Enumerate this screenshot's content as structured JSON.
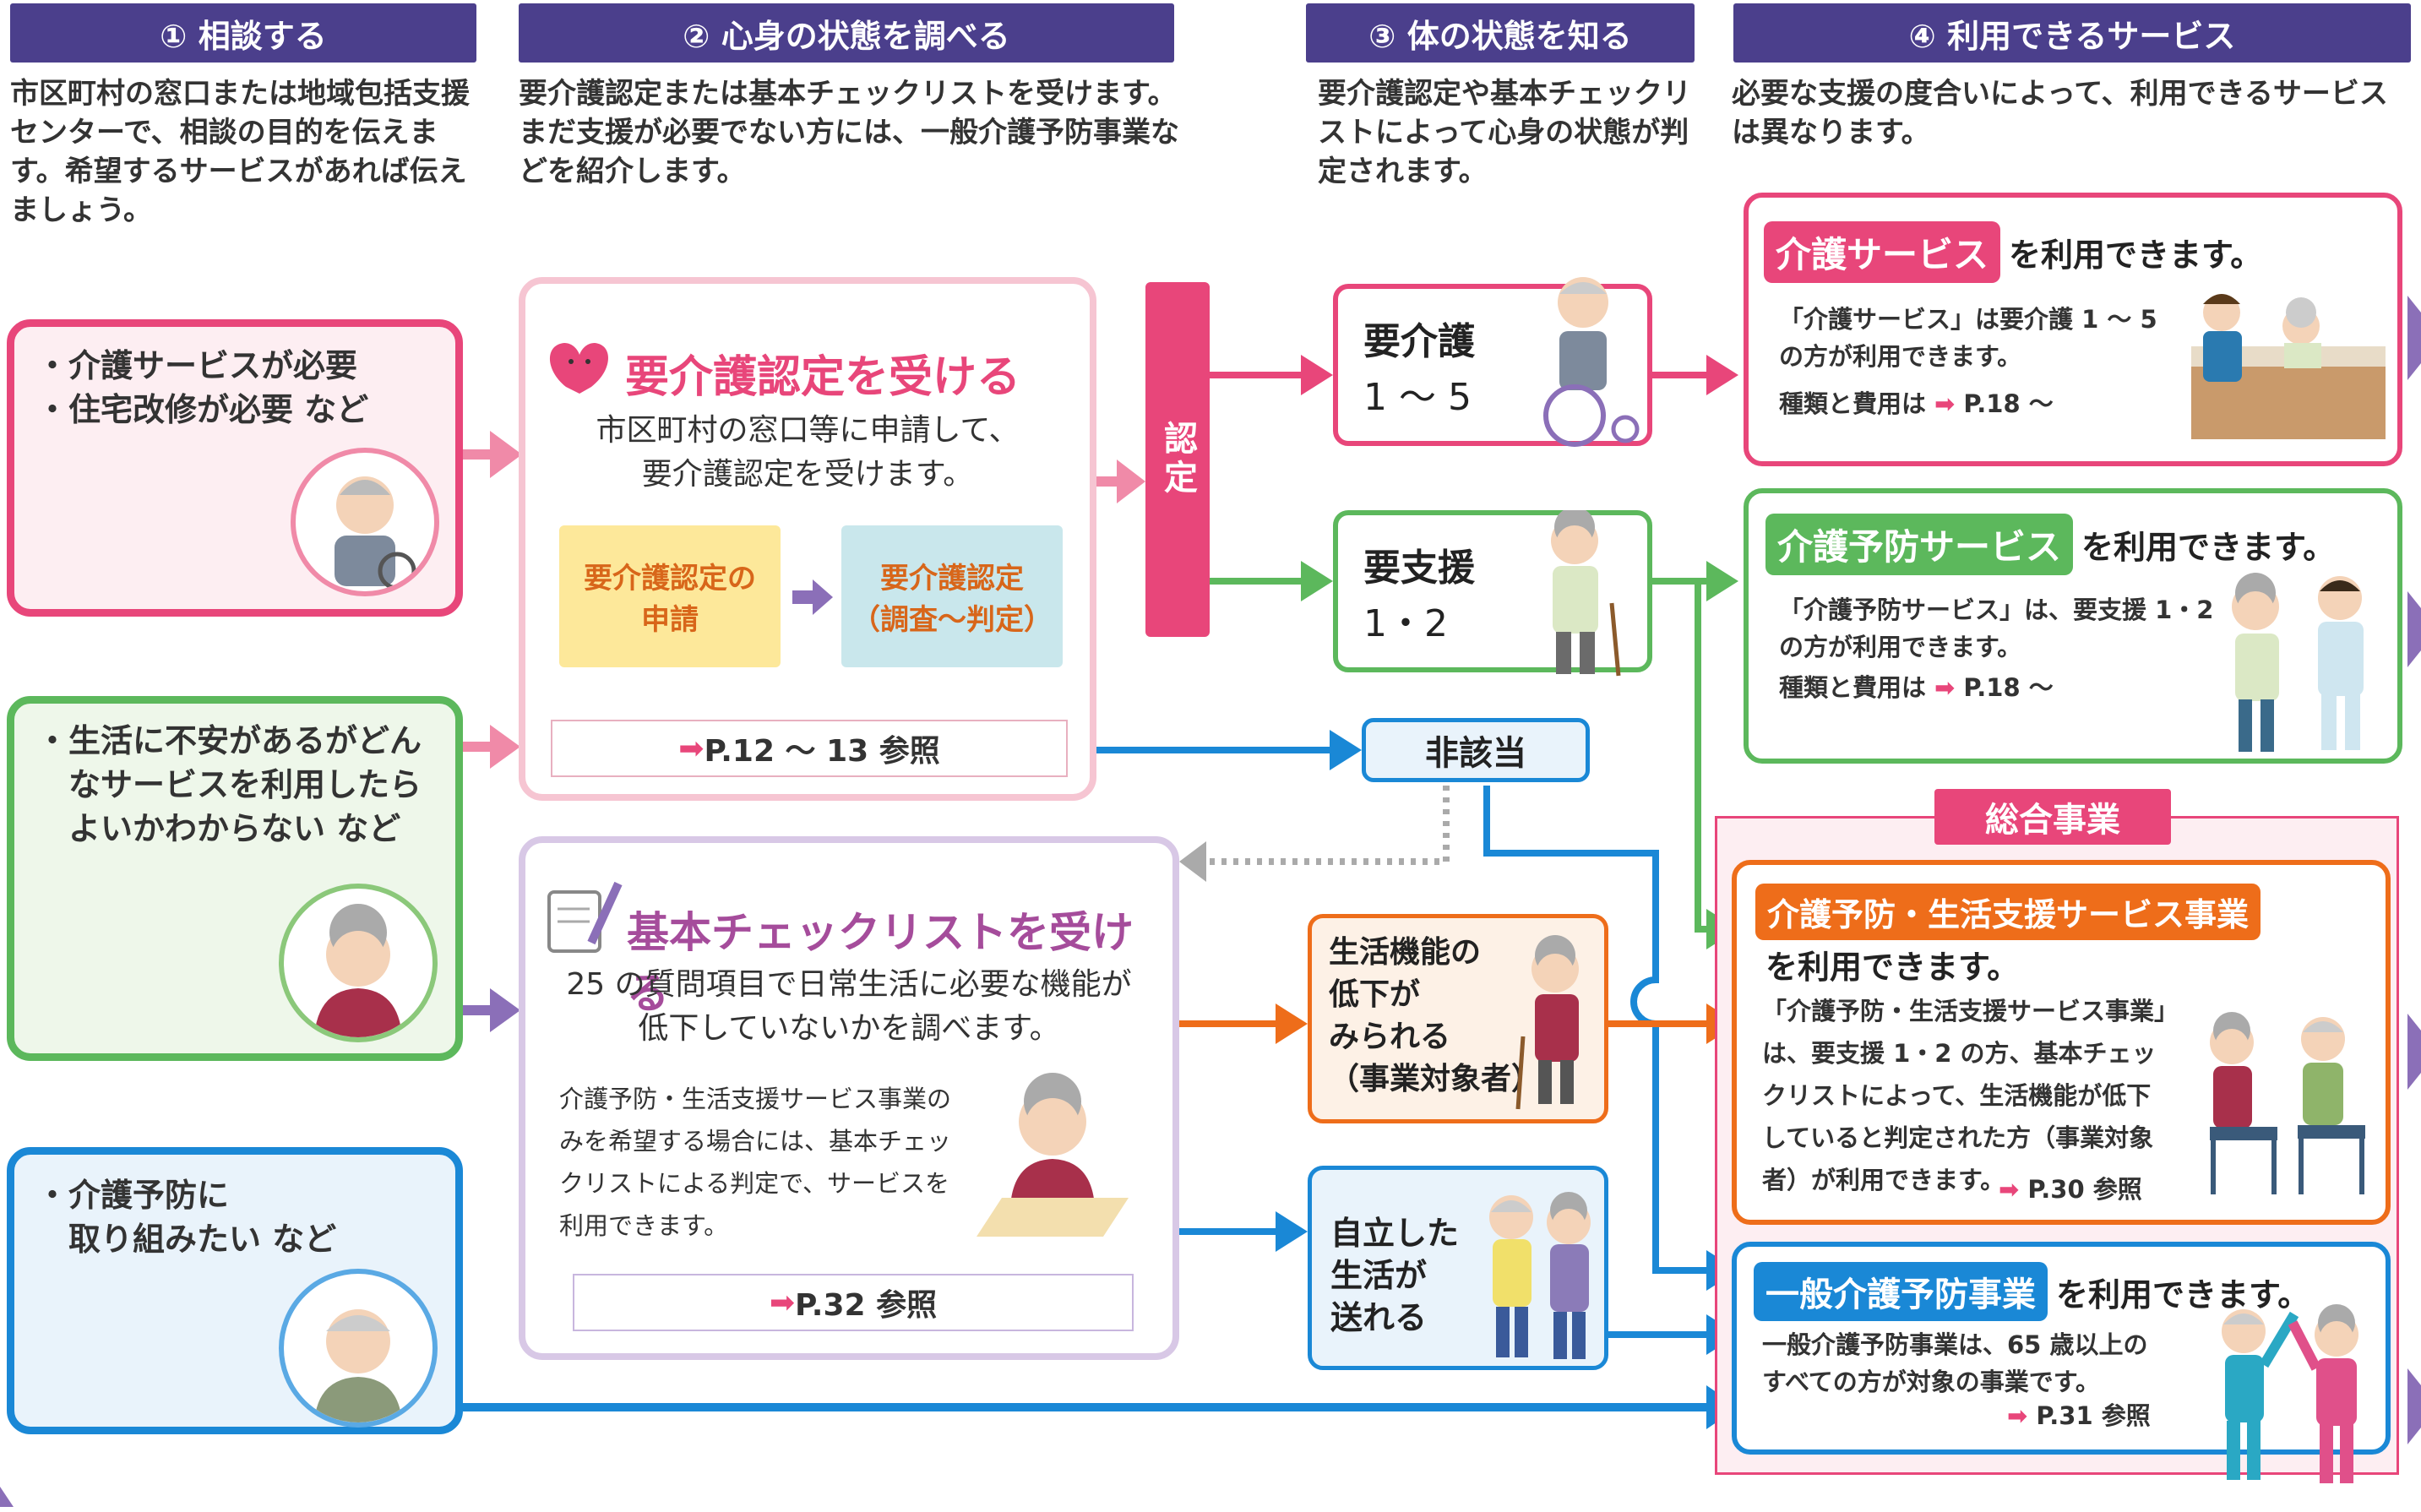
{
  "steps": [
    {
      "label": "① 相談する",
      "desc": "市区町村の窓口または地域包括支援センターで、相談の目的を伝えます。希望するサービスがあれば伝えましょう。"
    },
    {
      "label": "② 心身の状態を調べる",
      "desc": "要介護認定または基本チェックリストを受けます。まだ支援が必要でない方には、一般介護予防事業などを紹介します。"
    },
    {
      "label": "③ 体の状態を知る",
      "desc": "要介護認定や基本チェックリストによって心身の状態が判定されます。"
    },
    {
      "label": "④ 利用できるサービス",
      "desc": "必要な支援の度合いによって、利用できるサービスは異なります。"
    }
  ],
  "consult": [
    {
      "lines": [
        "・介護サービスが必要",
        "・住宅改修が必要 など"
      ]
    },
    {
      "lines": [
        "・生活に不安があるがどん",
        "　なサービスを利用したら",
        "　よいかわからない など"
      ]
    },
    {
      "lines": [
        "・介護予防に",
        "　取り組みたい など"
      ]
    }
  ],
  "nintei": {
    "title": "要介護認定を受ける",
    "desc": [
      "市区町村の窓口等に申請して、",
      "要介護認定を受けます。"
    ],
    "step1": [
      "要介護認定の",
      "申請"
    ],
    "step2": [
      "要介護認定",
      "（調査～判定）"
    ],
    "ref": "P.12 ～ 13 参照"
  },
  "nintei_bar": "認定",
  "checklist": {
    "title": "基本チェックリストを受ける",
    "desc": [
      "25 の質問項目で日常生活に必要な機能が",
      "低下していないかを調べます。"
    ],
    "note": [
      "介護予防・生活支援サービス事業の",
      "みを希望する場合には、基本チェッ",
      "クリストによる判定で、サービスを",
      "利用できます。"
    ],
    "ref": "P.32 参照"
  },
  "status": {
    "kaigo": {
      "title": "要介護",
      "sub": "1 ～ 5"
    },
    "shien": {
      "title": "要支援",
      "sub": "1・2"
    },
    "higaitou": "非該当",
    "seikatsu": [
      "生活機能の",
      "低下が",
      "みられる",
      "（事業対象者）"
    ],
    "jiritsu": [
      "自立した",
      "生活が",
      "送れる"
    ]
  },
  "services": {
    "kaigo": {
      "badge": "介護サービス",
      "tail": "を利用できます。",
      "desc": [
        "「介護サービス」は要介護 1 ～ 5",
        "の方が利用できます。"
      ],
      "ref": "種類と費用は",
      "refpage": "P.18 ～"
    },
    "yobou": {
      "badge": "介護予防サービス",
      "tail": "を利用できます。",
      "desc": [
        "「介護予防サービス」は、要支援 1・2",
        "の方が利用できます。"
      ],
      "ref": "種類と費用は",
      "refpage": "P.18 ～"
    },
    "sougou_label": "総合事業",
    "jigyou": {
      "badge": "介護予防・生活支援サービス事業",
      "tail": "を利用できます。",
      "desc": [
        "「介護予防・生活支援サービス事業」",
        "は、要支援 1・2 の方、基本チェッ",
        "クリストによって、生活機能が低下",
        "していると判定された方（事業対象",
        "者）が利用できます。"
      ],
      "ref": "P.30 参照"
    },
    "ippan": {
      "badge": "一般介護予防事業",
      "tail": "を利用できます。",
      "desc": [
        "一般介護予防事業は、65 歳以上の",
        "すべての方が対象の事業です。"
      ],
      "ref": "P.31 参照"
    }
  },
  "colors": {
    "pink": "#e8467a",
    "green": "#5cb85c",
    "blue": "#1a88d6",
    "purple": "#8b6fb8",
    "orange": "#ee6d1a",
    "navy": "#4b3f8c"
  }
}
